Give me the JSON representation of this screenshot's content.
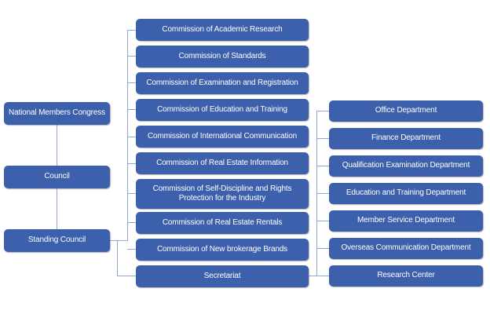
{
  "diagram": {
    "title": "Organizational structure chart",
    "accent_color": "#3c60ab",
    "connector_color": "#8fa8d4",
    "text_color": "#ffffff",
    "background_color": "#ffffff"
  },
  "governance": {
    "items": [
      {
        "label": "National Members Congress"
      },
      {
        "label": "Council"
      },
      {
        "label": "Standing Council"
      }
    ]
  },
  "commissions": {
    "items": [
      {
        "label": "Commission of Academic Research"
      },
      {
        "label": "Commission of Standards"
      },
      {
        "label": "Commission of Examination and Registration"
      },
      {
        "label": "Commission of Education and Training"
      },
      {
        "label": "Commission of International Communication"
      },
      {
        "label": "Commission of Real Estate Information"
      },
      {
        "label": "Commission of Self-Discipline and Rights Protection for the Industry"
      },
      {
        "label": "Commission of Real Estate Rentals"
      },
      {
        "label": "Commission of New brokerage Brands"
      },
      {
        "label": "Secretariat"
      }
    ]
  },
  "departments": {
    "items": [
      {
        "label": "Office Department"
      },
      {
        "label": "Finance Department"
      },
      {
        "label": "Qualification Examination Department"
      },
      {
        "label": "Education and Training Department"
      },
      {
        "label": "Member Service Department"
      },
      {
        "label": "Overseas Communication Department"
      },
      {
        "label": "Research Center"
      }
    ]
  }
}
